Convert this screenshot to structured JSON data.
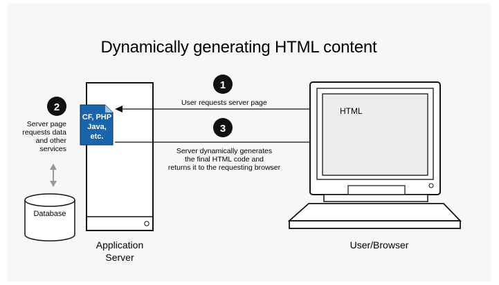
{
  "title": "Dynamically generating HTML content",
  "steps": [
    {
      "number": "1",
      "text": "User requests server page"
    },
    {
      "number": "2",
      "text": "Server page requests data and other services"
    },
    {
      "number": "3",
      "text": "Server dynamically generates the final HTML code and returns it to the requesting browser"
    }
  ],
  "step2_lines": [
    "Server page",
    "requests data",
    "and other",
    "services"
  ],
  "step3_lines": [
    "Server dynamically generates",
    "the final HTML code and",
    "returns it to the requesting browser"
  ],
  "file_icon_lines": [
    "CF, PHP",
    "Java,",
    "etc."
  ],
  "database_label": "Database",
  "server_label_lines": [
    "Application",
    "Server"
  ],
  "screen_label": "HTML",
  "browser_label": "User/Browser",
  "colors": {
    "file_icon": "#1a63ad",
    "badge": "#111111",
    "background": "#f7f7f7"
  }
}
